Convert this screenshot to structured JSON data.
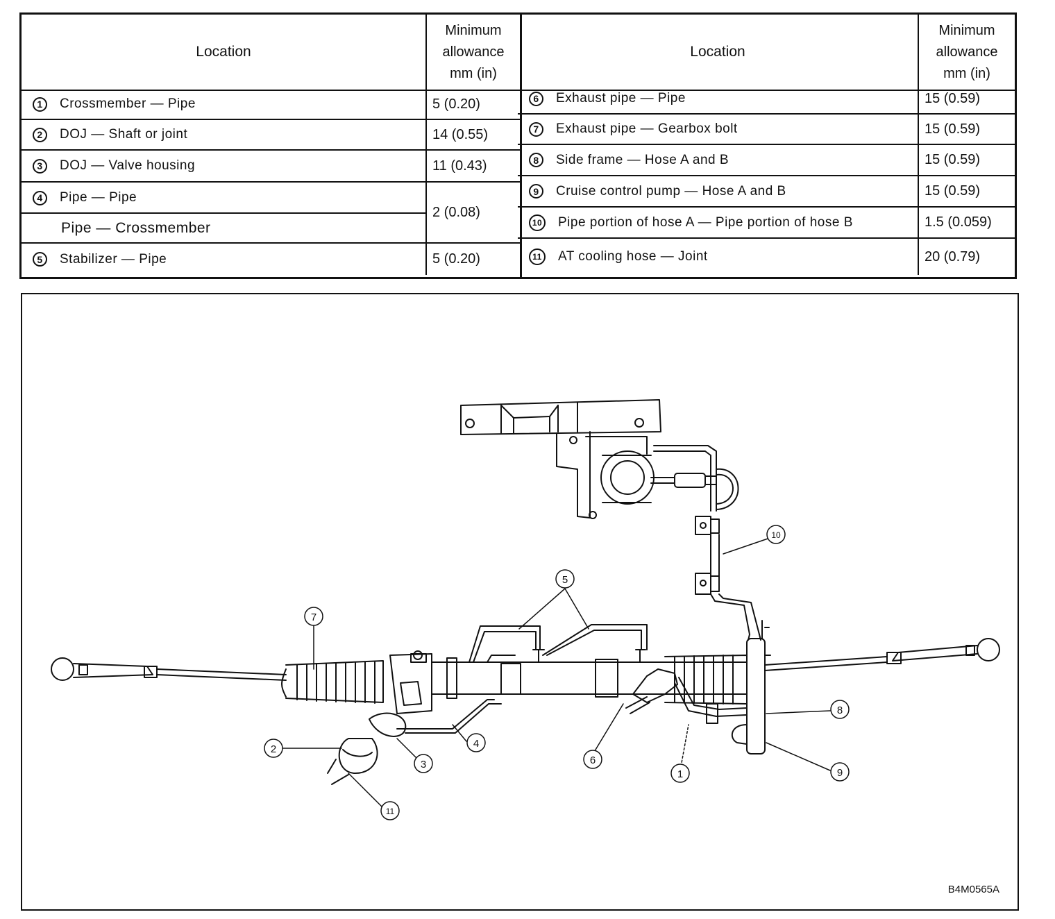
{
  "table": {
    "header": {
      "location": "Location",
      "minimum_allowance": "Minimum\nallowance\nmm (in)"
    },
    "rows": [
      {
        "num": "1",
        "location": "Crossmember — Pipe",
        "allowance": "5 (0.20)"
      },
      {
        "num": "2",
        "location": "DOJ — Shaft or joint",
        "allowance": "14 (0.55)"
      },
      {
        "num": "3",
        "location": "DOJ — Valve housing",
        "allowance": "11 (0.43)"
      },
      {
        "num": "4",
        "location": "Pipe — Pipe",
        "allowance": "2 (0.08)"
      },
      {
        "num": "",
        "location": "Pipe — Crossmember",
        "allowance": "2 (0.08)"
      },
      {
        "num": "5",
        "location": "Stabilizer — Pipe",
        "allowance": "5 (0.20)"
      },
      {
        "num": "6",
        "location": "Exhaust pipe — Pipe",
        "allowance": "15 (0.59)"
      },
      {
        "num": "7",
        "location": "Exhaust pipe — Gearbox bolt",
        "allowance": "15 (0.59)"
      },
      {
        "num": "8",
        "location": "Side frame — Hose A and B",
        "allowance": "15 (0.59)"
      },
      {
        "num": "9",
        "location": "Cruise control pump — Hose A and B",
        "allowance": "15 (0.59)"
      },
      {
        "num": "10",
        "location": "Pipe portion of hose A — Pipe portion of hose B",
        "allowance": "1.5 (0.059)"
      },
      {
        "num": "11",
        "location": "AT cooling hose — Joint",
        "allowance": "20 (0.79)"
      }
    ]
  },
  "diagram": {
    "callouts": [
      "1",
      "2",
      "3",
      "4",
      "5",
      "6",
      "7",
      "8",
      "9",
      "10",
      "11"
    ],
    "figure_id": "B4M0565A"
  }
}
